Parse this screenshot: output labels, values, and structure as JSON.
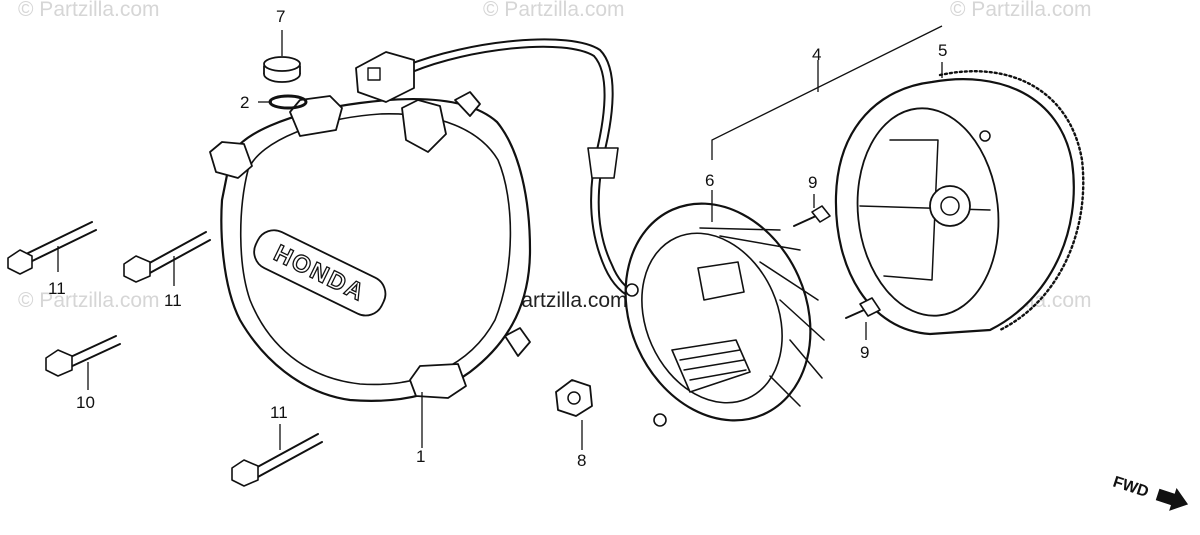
{
  "watermark": {
    "text": "© Partzilla.com"
  },
  "cover_logo": "HONDA",
  "fwd_label": "FWD",
  "callouts": {
    "c1": "1",
    "c2": "2",
    "c4": "4",
    "c5": "5",
    "c6": "6",
    "c7": "7",
    "c8": "8",
    "c9a": "9",
    "c9b": "9",
    "c10": "10",
    "c11a": "11",
    "c11b": "11",
    "c11c": "11"
  }
}
